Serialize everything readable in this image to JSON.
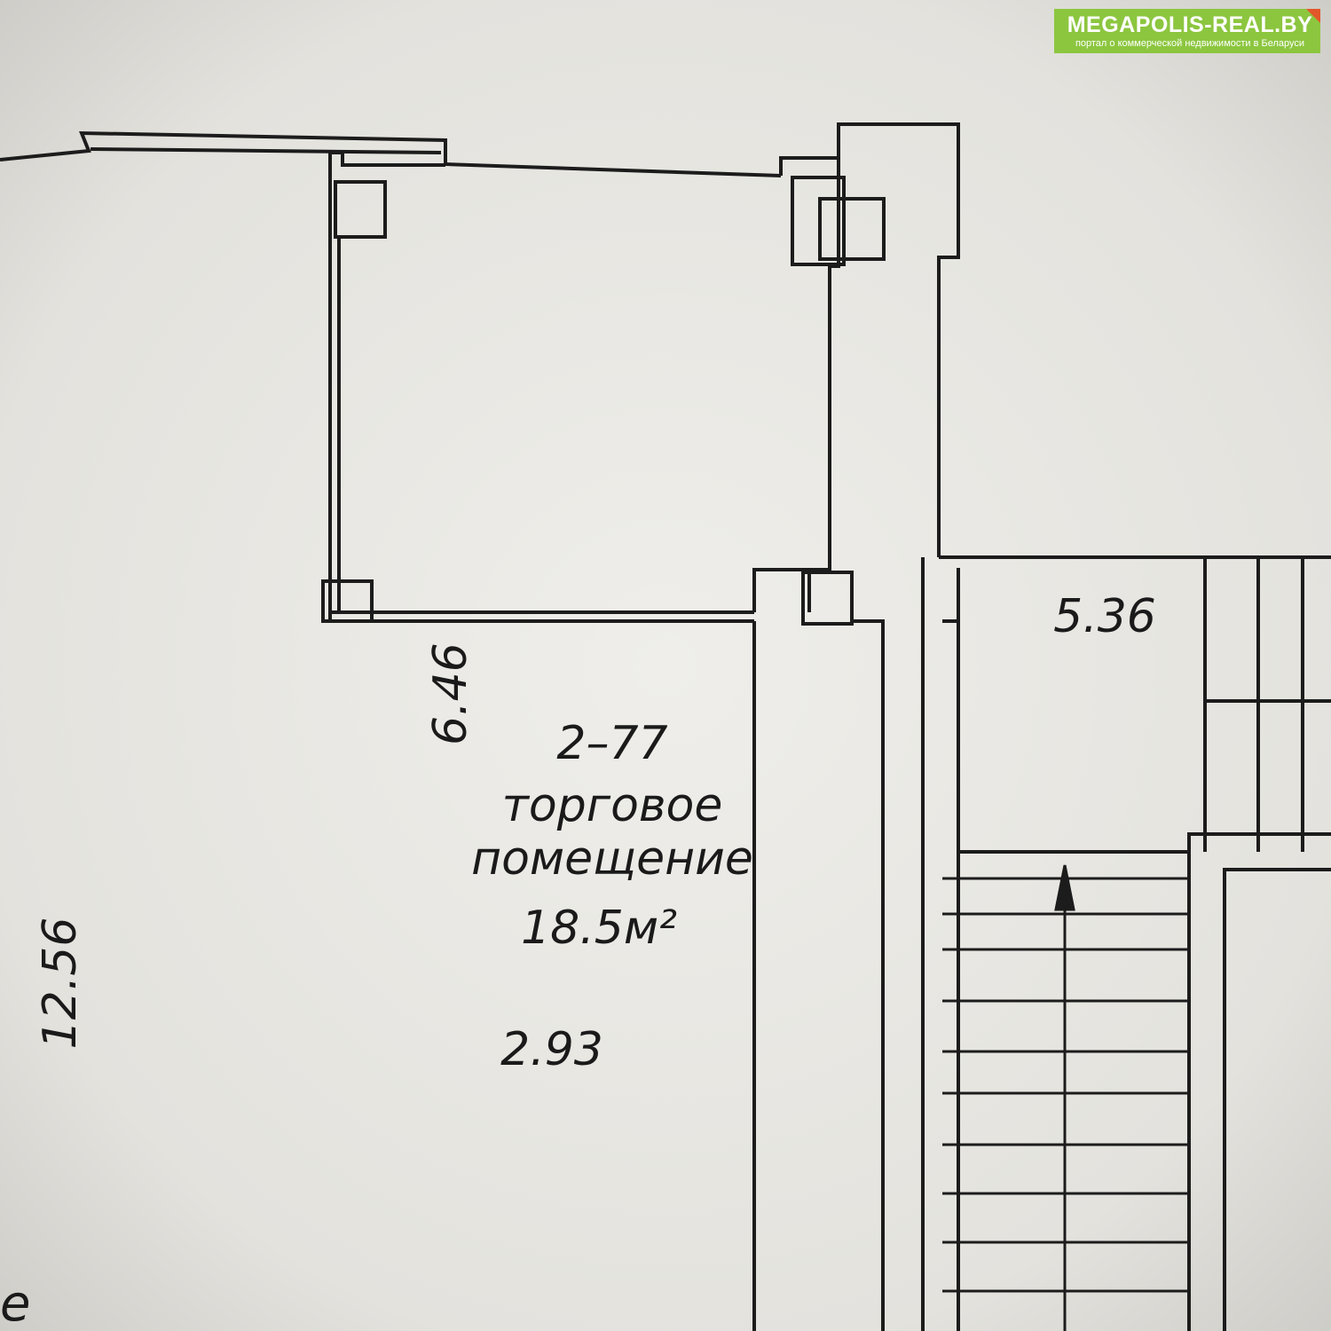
{
  "watermark": {
    "title": "MEGAPOLIS-REAL.BY",
    "subtitle": "портал о коммерческой недвижимости в Беларуси",
    "colors": {
      "background": "#8cc63f",
      "corner": "#e2572a",
      "text": "#ffffff"
    }
  },
  "plan": {
    "room": {
      "number": "2–77",
      "name_line1": "торговое",
      "name_line2": "помещение",
      "area": "18.5м²"
    },
    "dimensions": {
      "room_length": "6.46",
      "room_width": "2.93",
      "left_length": "12.56",
      "stair_room": "5.36"
    },
    "partial_text": "е",
    "colors": {
      "paper": "#e6e5e0",
      "ink": "#1c1c1c"
    }
  }
}
